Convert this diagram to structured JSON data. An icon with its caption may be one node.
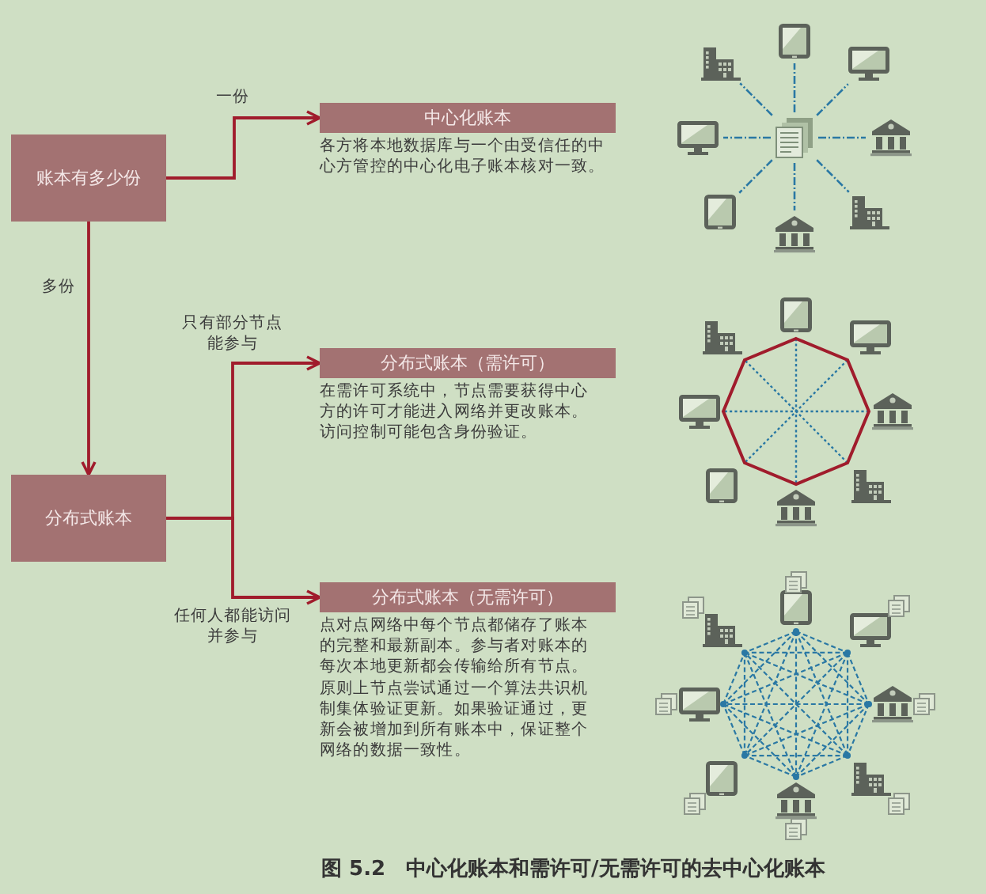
{
  "diagram": {
    "caption": "图 5.2　中心化账本和需许可/无需许可的去中心化账本",
    "nodes": [
      {
        "text": [
          "账本有多少份"
        ]
      },
      {
        "text": [
          "中心化账本",
          "各方将本地数据库与一个由受信任的中心方管控的中心化电子账本核对一致。"
        ]
      },
      {
        "text": [
          "分布式账本"
        ]
      },
      {
        "text": [
          "分布式账本（需许可）",
          "在需许可系统中，节点需要获得中心方的许可才能进入网络并更改账本。访问控制可能包含身份验证。"
        ]
      },
      {
        "text": [
          "分布式账本（无需许可）",
          "点对点网络中每个节点都储存了账本的完整和最新副本。参与者对账本的每次本地更新都会传输给所有节点。原则上节点尝试通过一个算法共识机制集体验证更新。如果验证通过，更新会被增加到所有账本中，保证整个网络的数据一致性。"
        ]
      },
      {
        "text": [],
        "shape": "picture"
      },
      {
        "text": [],
        "shape": "picture"
      },
      {
        "text": [],
        "shape": "picture"
      },
      {
        "text": [],
        "shape": "picture"
      },
      {
        "text": [],
        "shape": "picture"
      },
      {
        "text": [],
        "shape": "picture"
      },
      {
        "text": [],
        "shape": "picture"
      },
      {
        "text": [],
        "shape": "picture"
      },
      {
        "text": [],
        "shape": "picture"
      }
    ],
    "edges": [
      {
        "from": 0,
        "to": 1,
        "arrow": "to",
        "label": "一份",
        "color": "#a01c2c"
      },
      {
        "from": 0,
        "to": 2,
        "arrow": "to",
        "label": "多份",
        "color": "#a01c2c"
      },
      {
        "from": 2,
        "to": 3,
        "arrow": "to",
        "label": "只有部分节点能参与",
        "color": "#a01c2c"
      },
      {
        "from": 2,
        "to": 4,
        "arrow": "to",
        "label": "任何人都能访问并参与",
        "color": "#a01c2c"
      },
      {
        "from": 5,
        "to": 6,
        "arrow": "none",
        "style": "dashed",
        "color": "#2a78a4"
      },
      {
        "from": 5,
        "to": 7,
        "arrow": "none",
        "style": "dashed",
        "color": "#2a78a4"
      },
      {
        "from": 5,
        "to": 8,
        "arrow": "none",
        "style": "dashed",
        "color": "#2a78a4"
      },
      {
        "from": 5,
        "to": 9,
        "arrow": "none",
        "style": "dashed",
        "color": "#2a78a4"
      },
      {
        "from": 5,
        "to": 10,
        "arrow": "none",
        "style": "dashed",
        "color": "#2a78a4"
      },
      {
        "from": 5,
        "to": 11,
        "arrow": "none",
        "style": "dashed",
        "color": "#2a78a4"
      },
      {
        "from": 5,
        "to": 12,
        "arrow": "none",
        "style": "dashed",
        "color": "#2a78a4"
      },
      {
        "from": 5,
        "to": 13,
        "arrow": "none",
        "style": "dashed",
        "color": "#2a78a4"
      }
    ]
  }
}
